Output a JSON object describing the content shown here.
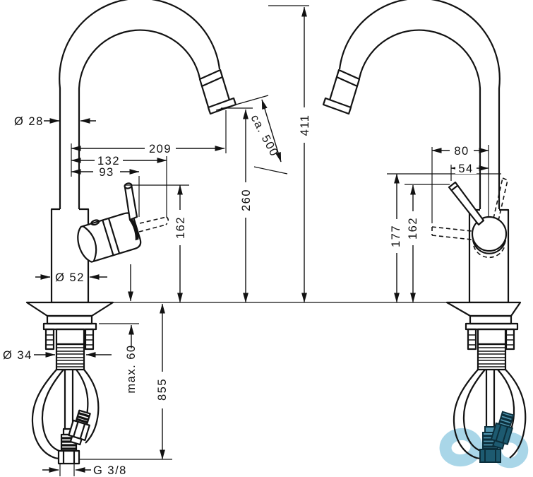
{
  "page": {
    "background_color": "#ffffff",
    "line_color": "#121212"
  },
  "views": {
    "side_view": {
      "dims": {
        "spout_diameter": "Ø 28",
        "spout_reach": "209",
        "lever_reach_open": "132",
        "lever_reach": "93",
        "pullout_spray_range": "ca. 500",
        "spout_outlet_height": "260",
        "lever_height": "162",
        "body_diameter": "Ø 52",
        "shank_diameter": "Ø 34",
        "max_deck_thickness": "max. 60",
        "hose_length": "855",
        "thread_label": "G 3/8"
      }
    },
    "front_view": {
      "dims": {
        "lever_reach_open": "80",
        "lever_reach": "54",
        "lever_height_raised": "177",
        "lever_height": "162"
      }
    },
    "shared": {
      "total_height": "411"
    }
  },
  "watermark": {
    "color_light": "#a9d6e8",
    "color_dark": "#1d5a70",
    "color_stripe": "#0c2f3c",
    "color_mid": "#4e93ad"
  }
}
